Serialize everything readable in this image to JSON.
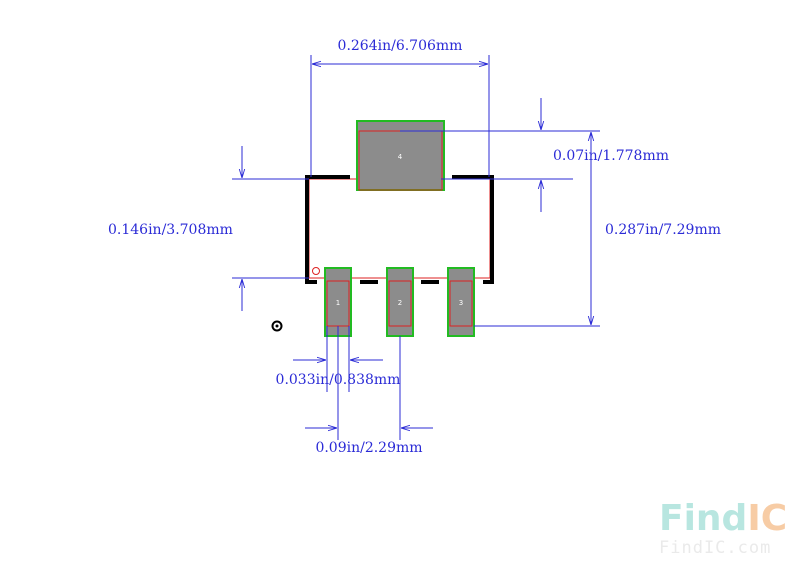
{
  "dimensions": {
    "body_width": "0.264in/6.706mm",
    "tab_height": "0.07in/1.778mm",
    "body_height": "0.146in/3.708mm",
    "overall_height": "0.287in/7.29mm",
    "pad_width": "0.033in/0.838mm",
    "pad_pitch": "0.09in/2.29mm"
  },
  "pads": {
    "tab": "4",
    "pin1": "1",
    "pin2": "2",
    "pin3": "3"
  },
  "watermark": {
    "logo_find": "Find",
    "logo_ic": "IC",
    "url": "FindIC.com"
  },
  "colors": {
    "dimension": "#2b2bd6",
    "pad_fill": "#8c8c8c",
    "pad_outline": "#22bb22",
    "courtyard": "#dd2222",
    "silkscreen": "#000000"
  }
}
